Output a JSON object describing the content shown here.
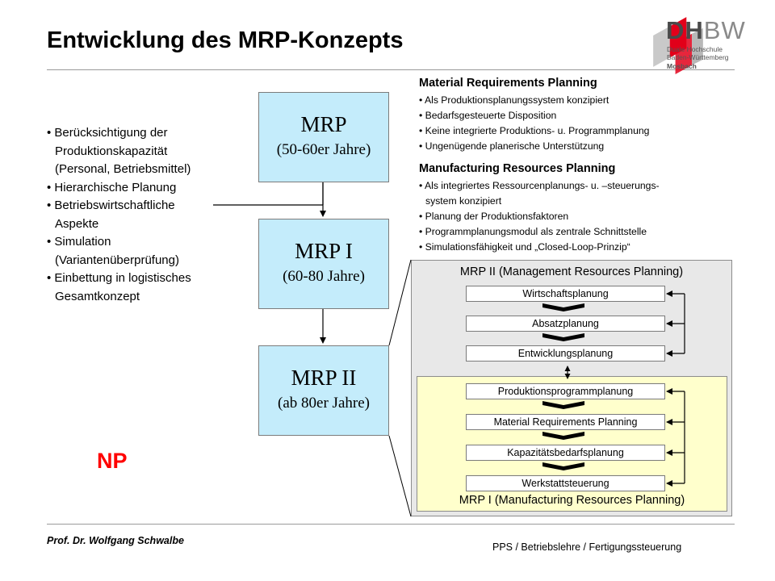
{
  "title": "Entwicklung des MRP-Konzepts",
  "logo": {
    "word_dh": "DH",
    "word_bw": "BW",
    "sub_lines": [
      "Duale Hochschule",
      "Baden-Württemberg",
      "Mosbach"
    ],
    "colors": {
      "red": "#e2001a",
      "grey": "#8a8a8a"
    }
  },
  "left_list": {
    "lines": [
      "• Berücksichtigung der",
      "  Produktionskapazität",
      "  (Personal, Betriebsmittel)",
      "• Hierarchische Planung",
      "• Betriebswirtschaftliche",
      "   Aspekte",
      "• Simulation",
      "  (Variantenüberprüfung)",
      "• Einbettung in logistisches",
      "  Gesamtkonzept"
    ]
  },
  "boxes": {
    "mrp": {
      "title": "MRP",
      "period": "(50-60er Jahre)"
    },
    "mrp1": {
      "title": "MRP I",
      "period": "(60-80 Jahre)"
    },
    "mrp2": {
      "title": "MRP II",
      "period": "(ab 80er Jahre)"
    }
  },
  "right": {
    "mrp_heading": "Material Requirements Planning",
    "mrp_items": [
      "• Als Produktionsplanungssystem konzipiert",
      "• Bedarfsgesteuerte Disposition",
      "• Keine integrierte Produktions- u. Programmplanung",
      "• Ungenügende planerische Unterstützung"
    ],
    "mfg_heading": "Manufacturing Resources Planning",
    "mfg_items": [
      "• Als integriertes Ressourcenplanungs- u. –steuerungs-",
      "  system konzipiert",
      "• Planung der Produktionsfaktoren",
      "• Programmplanungsmodul als zentrale Schnittstelle",
      "• Simulationsfähigkeit und „Closed-Loop-Prinzip“"
    ]
  },
  "panel": {
    "outer_title": "MRP II (Management Resources Planning)",
    "inner_title": "MRP I (Manufacturing Resources Planning)",
    "upper_steps": [
      "Wirtschaftsplanung",
      "Absatzplanung",
      "Entwicklungsplanung"
    ],
    "lower_steps": [
      "Produktionsprogrammplanung",
      "Material Requirements Planning",
      "Kapazitätsbedarfsplanung",
      "Werkstattsteuerung"
    ],
    "colors": {
      "outer_bg": "#e8e8e8",
      "inner_bg": "#ffffcc"
    }
  },
  "np_mark": "NP",
  "footer": {
    "author": "Prof. Dr. Wolfgang Schwalbe",
    "path": "PPS  / Betriebslehre / Fertigungssteuerung"
  }
}
